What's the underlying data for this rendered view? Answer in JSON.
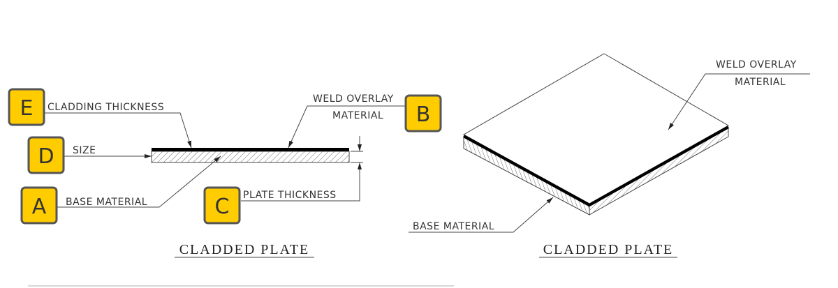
{
  "left_view": {
    "title": "CLADDED PLATE",
    "labels": {
      "cladding_thickness": "CLADDING THICKNESS",
      "weld_overlay_line1": "WELD OVERLAY",
      "weld_overlay_line2": "MATERIAL",
      "size": "SIZE",
      "base_material": "BASE MATERIAL",
      "plate_thickness": "PLATE THICKNESS"
    },
    "badges": {
      "e": "E",
      "b": "B",
      "d": "D",
      "a": "A",
      "c": "C"
    }
  },
  "right_view": {
    "title": "CLADDED PLATE",
    "labels": {
      "weld_overlay_line1": "WELD OVERLAY",
      "weld_overlay_line2": "MATERIAL",
      "base_material": "BASE MATERIAL"
    }
  },
  "colors": {
    "badge_fill": "#FFCC00",
    "badge_border": "#555555"
  }
}
